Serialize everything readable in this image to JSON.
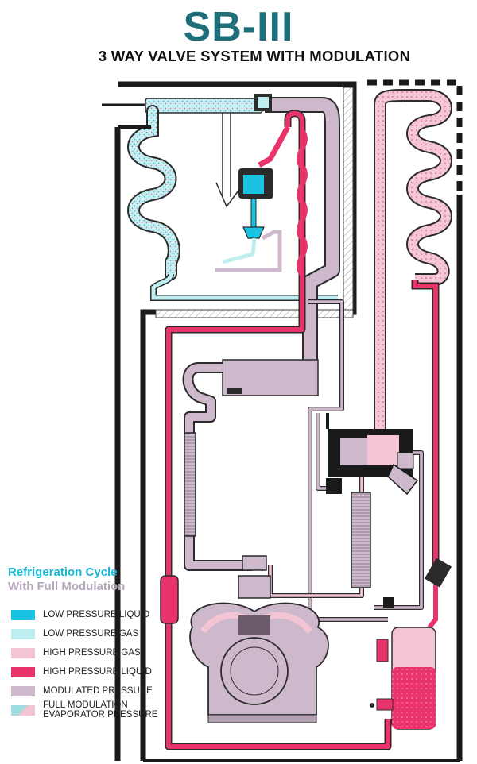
{
  "title": "SB-III",
  "subtitle": "3 WAY VALVE SYSTEM WITH MODULATION",
  "legend": {
    "heading": "Refrigeration Cycle",
    "subheading": "With Full Modulation",
    "heading_color": "#19b6d6",
    "subheading_color": "#b9a7bd",
    "items": [
      {
        "label": "LOW PRESSURE LIQUID",
        "color": "#19c3e2"
      },
      {
        "label": "LOW PRESSURE GAS",
        "color": "#bfeef0"
      },
      {
        "label": "HIGH PRESSURE GAS",
        "color": "#f3c4d4"
      },
      {
        "label": "HIGH PRESSURE LIQUID",
        "color": "#e8336b"
      },
      {
        "label": "MODULATED PRESSURE",
        "color": "#cdb9cb"
      },
      {
        "label": "FULL MODULATION\nEVAPORATOR PRESSURE",
        "color": "#9fdde3"
      }
    ]
  },
  "colors": {
    "low_pressure_liquid": "#19c3e2",
    "low_pressure_gas": "#bfeef0",
    "high_pressure_gas": "#f3c4d4",
    "high_pressure_liquid": "#e8336b",
    "modulated_pressure": "#cdb9cb",
    "outline": "#2b2b2b",
    "cabinet": "#1a1a1a",
    "title": "#1f6f7a"
  }
}
